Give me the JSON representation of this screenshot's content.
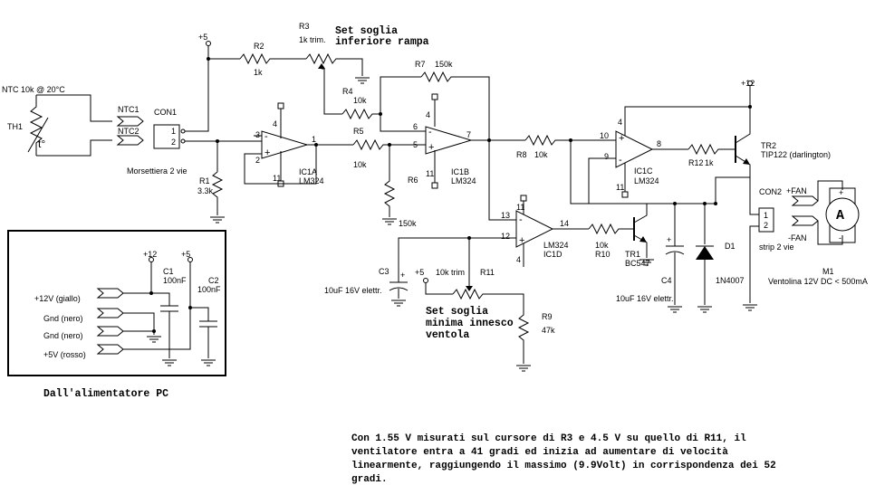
{
  "ntc_label": "NTC 10k @ 20°C",
  "th1": "TH1",
  "th1_symbol": "t°",
  "ntc1": "NTC1",
  "ntc2": "NTC2",
  "con1": "CON1",
  "con1_pin1": "1",
  "con1_pin2": "2",
  "con1_desc": "Morsettiera 2 vie",
  "v5_top": "+5",
  "r2": "R2",
  "r2_val": "1k",
  "r3": "R3",
  "r3_val": "1k trim.",
  "set1_line1": "Set soglia",
  "set1_line2": "inferiore rampa",
  "r4": "R4",
  "r4_val": "10k",
  "r7": "R7",
  "r7_val": "150k",
  "r1": "R1",
  "r1_val": "3.3k",
  "ic1a": "IC1A",
  "ic1a_part": "LM324",
  "r5": "R5",
  "r5_val": "10k",
  "r6": "R6",
  "r6_val": "150k",
  "ic1b": "IC1B",
  "ic1b_part": "LM324",
  "r8": "R8",
  "r8_val": "10k",
  "ic1c": "IC1C",
  "ic1c_part": "LM324",
  "r12": "R12",
  "r12_val": "1k",
  "v12_top": "+12",
  "tr2": "TR2",
  "tr2_part": "TIP122 (darlington)",
  "con2": "CON2",
  "con2_desc": "strip 2 vie",
  "fan_plus": "+FAN",
  "fan_minus": "-FAN",
  "m1": "M1",
  "m1_desc": "Ventolina 12V DC < 500mA",
  "m1_symbol": "A",
  "ic1d": "IC1D",
  "ic1d_part": "LM324",
  "r10": "R10",
  "r10_val": "10k",
  "tr1": "TR1",
  "tr1_part": "BC547",
  "c3": "C3",
  "c3_val": "10uF 16V elettr.",
  "r11": "R11",
  "r11_val": "10k trim",
  "v5_mid": "+5",
  "set2_line1": "Set soglia",
  "set2_line2": "minima innesco",
  "set2_line3": "ventola",
  "r9": "R9",
  "r9_val": "47k",
  "c4": "C4",
  "c4_val": "10uF 16V elettr.",
  "d1": "D1",
  "d1_part": "1N4007",
  "psu": {
    "v12": "+12",
    "v5": "+5",
    "c1": "C1",
    "c1_val": "100nF",
    "c2": "C2",
    "c2_val": "100nF",
    "wire1": "+12V (giallo)",
    "wire2": "Gnd (nero)",
    "wire3": "Gnd (nero)",
    "wire4": "+5V (rosso)",
    "caption": "Dall'alimentatore PC"
  },
  "note": {
    "line1": "Con 1.55 V misurati sul cursore di R3 e 4.5 V su quello di R11, il",
    "line2": "ventilatore entra a 41 gradi ed inizia ad aumentare di velocità",
    "line3": "linearmente, raggiungendo il massimo (9.9Volt) in corrispondenza dei 52",
    "line4": "gradi."
  }
}
